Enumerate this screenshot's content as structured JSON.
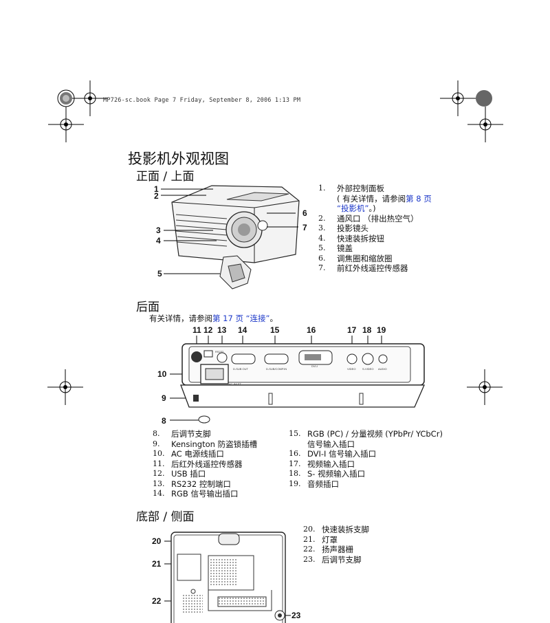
{
  "page_header": "MP726-sc.book  Page 7  Friday, September 8, 2006  1:13 PM",
  "title": "投影机外观视图",
  "front": {
    "heading": "正面 / 上面",
    "callouts": [
      "1",
      "2",
      "3",
      "4",
      "5",
      "6",
      "7"
    ],
    "items": [
      {
        "num": "1.",
        "text": "外部控制面板"
      },
      {
        "num": "",
        "text": "( 有关详情，请参阅",
        "link": "第 8 页",
        "text2": ""
      },
      {
        "num": "",
        "text": "",
        "link": "“投影机”",
        "text2": "。)"
      },
      {
        "num": "2.",
        "text": "通风口 （排出热空气）"
      },
      {
        "num": "3.",
        "text": "投影镜头"
      },
      {
        "num": "4.",
        "text": "快速装拆按钮"
      },
      {
        "num": "5.",
        "text": "镜盖"
      },
      {
        "num": "6.",
        "text": "调焦圈和缩放圈"
      },
      {
        "num": "7.",
        "text": "前红外线遥控传感器"
      }
    ]
  },
  "rear": {
    "heading": "后面",
    "note_prefix": "有关详情，请参阅",
    "note_link": "第 17 页 “连接”",
    "note_suffix": "。",
    "callouts": [
      "8",
      "9",
      "10",
      "11",
      "12",
      "13",
      "14",
      "15",
      "16",
      "17",
      "18",
      "19"
    ],
    "port_labels": [
      "RS232",
      "D-SUB OUT",
      "D-SUB/COMP.IN",
      "DVI-I",
      "VIDEO",
      "S-VIDEO",
      "AUDIO",
      "AC INLET"
    ],
    "items_left": [
      {
        "num": "8.",
        "text": "后调节支脚"
      },
      {
        "num": "9.",
        "text": "Kensington 防盗锁插槽"
      },
      {
        "num": "10.",
        "text": "AC 电源线插口"
      },
      {
        "num": "11.",
        "text": "后红外线遥控传感器"
      },
      {
        "num": "12.",
        "text": "USB 插口"
      },
      {
        "num": "13.",
        "text": "RS232 控制端口"
      },
      {
        "num": "14.",
        "text": "RGB 信号输出插口"
      }
    ],
    "items_right": [
      {
        "num": "15.",
        "text": "RGB (PC) / 分量视频 (YPbPr/ YCbCr)"
      },
      {
        "num": "",
        "text": "信号输入插口"
      },
      {
        "num": "16.",
        "text": "DVI-I 信号输入插口"
      },
      {
        "num": "17.",
        "text": "视频输入插口"
      },
      {
        "num": "18.",
        "text": "S- 视频输入插口"
      },
      {
        "num": "19.",
        "text": "音频插口"
      }
    ]
  },
  "bottom": {
    "heading": "底部 / 侧面",
    "callouts": [
      "20",
      "21",
      "22",
      "23"
    ],
    "items": [
      {
        "num": "20.",
        "text": "快速装拆支脚"
      },
      {
        "num": "21.",
        "text": "灯罩"
      },
      {
        "num": "22.",
        "text": "扬声器栅"
      },
      {
        "num": "23.",
        "text": "后调节支脚"
      }
    ]
  },
  "colors": {
    "link": "#1a36c8",
    "text": "#111111"
  }
}
